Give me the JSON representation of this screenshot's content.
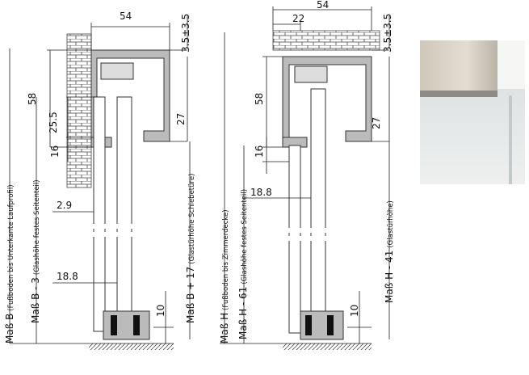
{
  "left_diagram": {
    "dim_width": "54",
    "dim_gap": "3.5±3.5",
    "dim_height_profile": "58",
    "dim_25_5": "25.5",
    "dim_27": "27",
    "dim_16": "16",
    "dim_2_9": "2.9",
    "dim_18_8": "18.8",
    "dim_10": "10",
    "label_b_main": "Maß B",
    "label_b_note": "(Fußboden bis Unterkante Laufprofil)",
    "label_b3_main": "Maß B - 3",
    "label_b3_note": "(Glashöhe festes Seitenteil)",
    "label_b17_main": "Maß B + 17",
    "label_b17_note": "(Glastürhöhe Schiebetüre)"
  },
  "right_diagram": {
    "dim_width": "54",
    "dim_22": "22",
    "dim_gap": "3.5±3.5",
    "dim_height_profile": "58",
    "dim_27": "27",
    "dim_16": "16",
    "dim_18_8": "18.8",
    "dim_10": "10",
    "label_h_main": "Maß H",
    "label_h_note": "(Fußboden bis Zimmerdecke)",
    "label_h61_main": "Maß H - 61",
    "label_h61_note": "(Glashöhe festes Seitenteil)",
    "label_h41_main": "Maß H - 41",
    "label_h41_note": "(Glastürhöhe)"
  }
}
